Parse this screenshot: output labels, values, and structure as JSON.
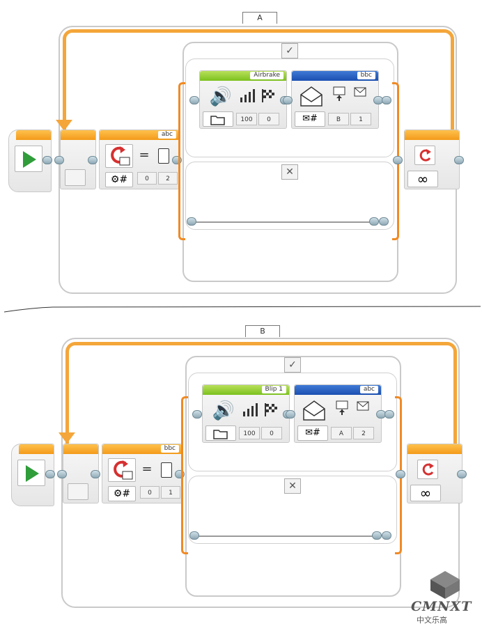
{
  "programs": [
    {
      "loop": {
        "label": "A",
        "mode_icon": "infinity-icon"
      },
      "variable_block": {
        "name": "abc",
        "mode_icon": "compare-hash-icon",
        "op_symbol": "=",
        "inputs": [
          "0",
          "2"
        ]
      },
      "switch": {
        "true_icon": "✓",
        "false_icon": "✕"
      },
      "sound_block": {
        "name": "Airbrake",
        "inputs": [
          "100",
          "0"
        ]
      },
      "message_block": {
        "name": "bbc",
        "inputs": [
          "B",
          "1"
        ]
      }
    },
    {
      "loop": {
        "label": "B",
        "mode_icon": "infinity-icon"
      },
      "variable_block": {
        "name": "bbc",
        "mode_icon": "compare-hash-icon",
        "op_symbol": "=",
        "inputs": [
          "0",
          "1"
        ]
      },
      "switch": {
        "true_icon": "✓",
        "false_icon": "✕"
      },
      "sound_block": {
        "name": "Blip 1",
        "inputs": [
          "100",
          "0"
        ]
      },
      "message_block": {
        "name": "abc",
        "inputs": [
          "A",
          "2"
        ]
      }
    }
  ],
  "watermark": {
    "logo_text": "CMNXT",
    "sub_text": "中文乐高"
  },
  "colors": {
    "loop": "#f4a63a",
    "start": "#f39a1a",
    "sound": "#7cc11f",
    "message": "#1b4fb0",
    "switch": "#f08a24"
  }
}
